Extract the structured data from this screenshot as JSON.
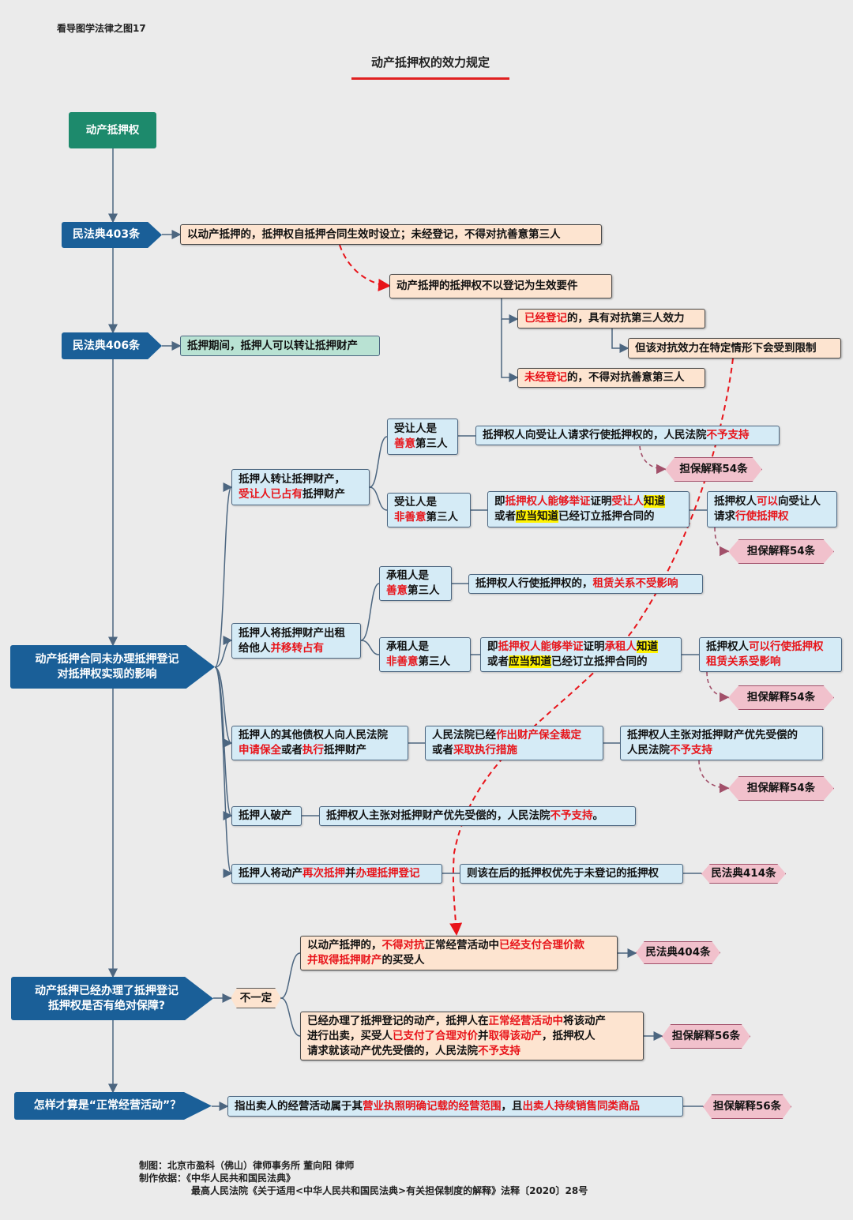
{
  "header": "看导图学法律之图17",
  "title": "动产抵押权的效力规定",
  "nodes": {
    "root": {
      "lines": [
        [
          {
            "t": "动产抵押权",
            "s": ""
          }
        ]
      ]
    },
    "p403": {
      "lines": [
        [
          {
            "t": "民法典403条",
            "s": ""
          }
        ]
      ]
    },
    "p406": {
      "lines": [
        [
          {
            "t": "民法典406条",
            "s": ""
          }
        ]
      ]
    },
    "pUnreg": {
      "lines": [
        [
          {
            "t": "动产抵押合同未办理抵押登记",
            "s": ""
          }
        ],
        [
          {
            "t": "对抵押权实现的影响",
            "s": ""
          }
        ]
      ]
    },
    "pReg": {
      "lines": [
        [
          {
            "t": "动产抵押已经办理了抵押登记",
            "s": ""
          }
        ],
        [
          {
            "t": "抵押权是否有绝对保障?",
            "s": ""
          }
        ]
      ]
    },
    "pNormal": {
      "lines": [
        [
          {
            "t": "怎样才算是“正常经营活动”？",
            "s": ""
          }
        ]
      ]
    },
    "n403": {
      "lines": [
        [
          {
            "t": "以动产抵押的，抵押权自抵押合同生效时设立；未经登记，不得对抗善意第三人",
            "s": ""
          }
        ]
      ]
    },
    "nNotReq": {
      "lines": [
        [
          {
            "t": "动产抵押的抵押权不以登记为生效要件",
            "s": ""
          }
        ]
      ]
    },
    "nRegd": {
      "lines": [
        [
          {
            "t": "已经登记",
            "s": "r"
          },
          {
            "t": "的，具有对抗第三人效力",
            "s": ""
          }
        ]
      ]
    },
    "nLimit": {
      "lines": [
        [
          {
            "t": "但该对抗效力在特定情形下会受到限制",
            "s": ""
          }
        ]
      ]
    },
    "nUnregd": {
      "lines": [
        [
          {
            "t": "未经登记",
            "s": "r"
          },
          {
            "t": "的，不得对抗善意第三人",
            "s": ""
          }
        ]
      ]
    },
    "n406": {
      "lines": [
        [
          {
            "t": "抵押期间，抵押人可以转让抵押财产",
            "s": ""
          }
        ]
      ]
    },
    "transfer": {
      "lines": [
        [
          {
            "t": "抵押人转让抵押财产，",
            "s": ""
          }
        ],
        [
          {
            "t": "受让人已占有",
            "s": "r"
          },
          {
            "t": "抵押财产",
            "s": ""
          }
        ]
      ]
    },
    "good1": {
      "lines": [
        [
          {
            "t": "受让人是",
            "s": ""
          }
        ],
        [
          {
            "t": "善意",
            "s": "r"
          },
          {
            "t": "第三人",
            "s": ""
          }
        ]
      ]
    },
    "res1": {
      "lines": [
        [
          {
            "t": "抵押权人向受让人请求行使抵押权的，人民法院",
            "s": ""
          },
          {
            "t": "不予支持",
            "s": "r"
          }
        ]
      ]
    },
    "b1": {
      "lines": [
        [
          {
            "t": "担保解释54条",
            "s": ""
          }
        ]
      ]
    },
    "bad1": {
      "lines": [
        [
          {
            "t": "受让人是",
            "s": ""
          }
        ],
        [
          {
            "t": "非善意",
            "s": "r"
          },
          {
            "t": "第三人",
            "s": ""
          }
        ]
      ]
    },
    "proof1": {
      "lines": [
        [
          {
            "t": "即",
            "s": ""
          },
          {
            "t": "抵押权人能够举证",
            "s": "r"
          },
          {
            "t": "证明",
            "s": ""
          },
          {
            "t": "受让人",
            "s": "r"
          },
          {
            "t": "知道",
            "s": "y"
          }
        ],
        [
          {
            "t": "或者",
            "s": ""
          },
          {
            "t": "应当知道",
            "s": "y"
          },
          {
            "t": "已经订立抵押合同的",
            "s": ""
          }
        ]
      ]
    },
    "res2": {
      "lines": [
        [
          {
            "t": "抵押权人",
            "s": ""
          },
          {
            "t": "可以",
            "s": "r"
          },
          {
            "t": "向受让人",
            "s": ""
          }
        ],
        [
          {
            "t": "请求",
            "s": ""
          },
          {
            "t": "行使抵押权",
            "s": "r"
          }
        ]
      ]
    },
    "b2": {
      "lines": [
        [
          {
            "t": "担保解释54条",
            "s": ""
          }
        ]
      ]
    },
    "lease": {
      "lines": [
        [
          {
            "t": "抵押人将抵押财产出租",
            "s": ""
          }
        ],
        [
          {
            "t": "给他人",
            "s": ""
          },
          {
            "t": "并移转占有",
            "s": "r"
          }
        ]
      ]
    },
    "good2": {
      "lines": [
        [
          {
            "t": "承租人是",
            "s": ""
          }
        ],
        [
          {
            "t": "善意",
            "s": "r"
          },
          {
            "t": "第三人",
            "s": ""
          }
        ]
      ]
    },
    "res3": {
      "lines": [
        [
          {
            "t": "抵押权人行使抵押权的，",
            "s": ""
          },
          {
            "t": "租赁关系不受影响",
            "s": "r"
          }
        ]
      ]
    },
    "bad2": {
      "lines": [
        [
          {
            "t": "承租人是",
            "s": ""
          }
        ],
        [
          {
            "t": "非善意",
            "s": "r"
          },
          {
            "t": "第三人",
            "s": ""
          }
        ]
      ]
    },
    "proof2": {
      "lines": [
        [
          {
            "t": "即",
            "s": ""
          },
          {
            "t": "抵押权人能够举证",
            "s": "r"
          },
          {
            "t": "证明",
            "s": ""
          },
          {
            "t": "承租人",
            "s": "r"
          },
          {
            "t": "知道",
            "s": "y"
          }
        ],
        [
          {
            "t": "或者",
            "s": ""
          },
          {
            "t": "应当知道",
            "s": "y"
          },
          {
            "t": "已经订立抵押合同的",
            "s": ""
          }
        ]
      ]
    },
    "res4": {
      "lines": [
        [
          {
            "t": "抵押权人",
            "s": ""
          },
          {
            "t": "可以行使抵押权",
            "s": "r"
          }
        ],
        [
          {
            "t": "租赁关系受影响",
            "s": "r"
          }
        ]
      ]
    },
    "b3": {
      "lines": [
        [
          {
            "t": "担保解释54条",
            "s": ""
          }
        ]
      ]
    },
    "creditor": {
      "lines": [
        [
          {
            "t": "抵押人的其他债权人向人民法院",
            "s": ""
          }
        ],
        [
          {
            "t": "申请保全",
            "s": "r"
          },
          {
            "t": "或者",
            "s": ""
          },
          {
            "t": "执行",
            "s": "r"
          },
          {
            "t": "抵押财产",
            "s": ""
          }
        ]
      ]
    },
    "court": {
      "lines": [
        [
          {
            "t": "人民法院已经",
            "s": ""
          },
          {
            "t": "作出财产保全裁定",
            "s": "r"
          }
        ],
        [
          {
            "t": "或者",
            "s": ""
          },
          {
            "t": "采取执行措施",
            "s": "r"
          }
        ]
      ]
    },
    "res5": {
      "lines": [
        [
          {
            "t": "抵押权人主张对抵押财产优先受偿的",
            "s": ""
          }
        ],
        [
          {
            "t": "人民法院",
            "s": ""
          },
          {
            "t": "不予支持",
            "s": "r"
          }
        ]
      ]
    },
    "b4": {
      "lines": [
        [
          {
            "t": "担保解释54条",
            "s": ""
          }
        ]
      ]
    },
    "bankrupt": {
      "lines": [
        [
          {
            "t": "抵押人破产",
            "s": ""
          }
        ]
      ]
    },
    "res6": {
      "lines": [
        [
          {
            "t": "抵押权人主张对抵押财产优先受偿的，人民法院",
            "s": ""
          },
          {
            "t": "不予支持",
            "s": "r"
          },
          {
            "t": "。",
            "s": ""
          }
        ]
      ]
    },
    "repledge": {
      "lines": [
        [
          {
            "t": "抵押人将动产",
            "s": ""
          },
          {
            "t": "再次抵押",
            "s": "r"
          },
          {
            "t": "并",
            "s": ""
          },
          {
            "t": "办理抵押登记",
            "s": "r"
          }
        ]
      ]
    },
    "res7": {
      "lines": [
        [
          {
            "t": "则该在后的抵押权优先于未登记的抵押权",
            "s": ""
          }
        ]
      ]
    },
    "b414": {
      "lines": [
        [
          {
            "t": "民法典414条",
            "s": ""
          }
        ]
      ]
    },
    "notsure": {
      "lines": [
        [
          {
            "t": "不一定",
            "s": ""
          }
        ]
      ]
    },
    "n404": {
      "lines": [
        [
          {
            "t": "以动产抵押的，",
            "s": ""
          },
          {
            "t": "不得对抗",
            "s": "r"
          },
          {
            "t": "正常经营活动中",
            "s": ""
          },
          {
            "t": "已经支付合理价款",
            "s": "r"
          }
        ],
        [
          {
            "t": "并取得抵押财产",
            "s": "r"
          },
          {
            "t": "的买受人",
            "s": ""
          }
        ]
      ]
    },
    "b404": {
      "lines": [
        [
          {
            "t": "民法典404条",
            "s": ""
          }
        ]
      ]
    },
    "n56": {
      "lines": [
        [
          {
            "t": "已经办理了抵押登记的动产，抵押人在",
            "s": ""
          },
          {
            "t": "正常经营活动中",
            "s": "r"
          },
          {
            "t": "将该动产",
            "s": ""
          }
        ],
        [
          {
            "t": "进行出卖，买受人",
            "s": ""
          },
          {
            "t": "已支付了合理对价",
            "s": "r"
          },
          {
            "t": "并",
            "s": ""
          },
          {
            "t": "取得该动产",
            "s": "r"
          },
          {
            "t": "，抵押权人",
            "s": ""
          }
        ],
        [
          {
            "t": "请求就该动产优先受偿的，人民法院",
            "s": ""
          },
          {
            "t": "不予支持",
            "s": "r"
          }
        ]
      ]
    },
    "b56a": {
      "lines": [
        [
          {
            "t": "担保解释56条",
            "s": ""
          }
        ]
      ]
    },
    "normal": {
      "lines": [
        [
          {
            "t": "指出卖人的经营活动属于其",
            "s": ""
          },
          {
            "t": "营业执照明确记载的经营范围",
            "s": "r"
          },
          {
            "t": "，且",
            "s": ""
          },
          {
            "t": "出卖人持续销售同类商品",
            "s": "r"
          }
        ]
      ]
    },
    "b56b": {
      "lines": [
        [
          {
            "t": "担保解释56条",
            "s": ""
          }
        ]
      ]
    }
  },
  "footer": {
    "author": "制图：北京市盈科（佛山）律师事务所  董向阳 律师",
    "basis_label": "制作依据：《中华人民共和国民法典》",
    "basis_2": "最高人民法院《关于适用<中华人民共和国民法典>有关担保制度的解释》法释〔2020〕28号"
  },
  "colors": {
    "red": "#e8141a",
    "blue": "#1a5f98",
    "green": "#1d8a6c",
    "badge": "#f1c1cc"
  }
}
